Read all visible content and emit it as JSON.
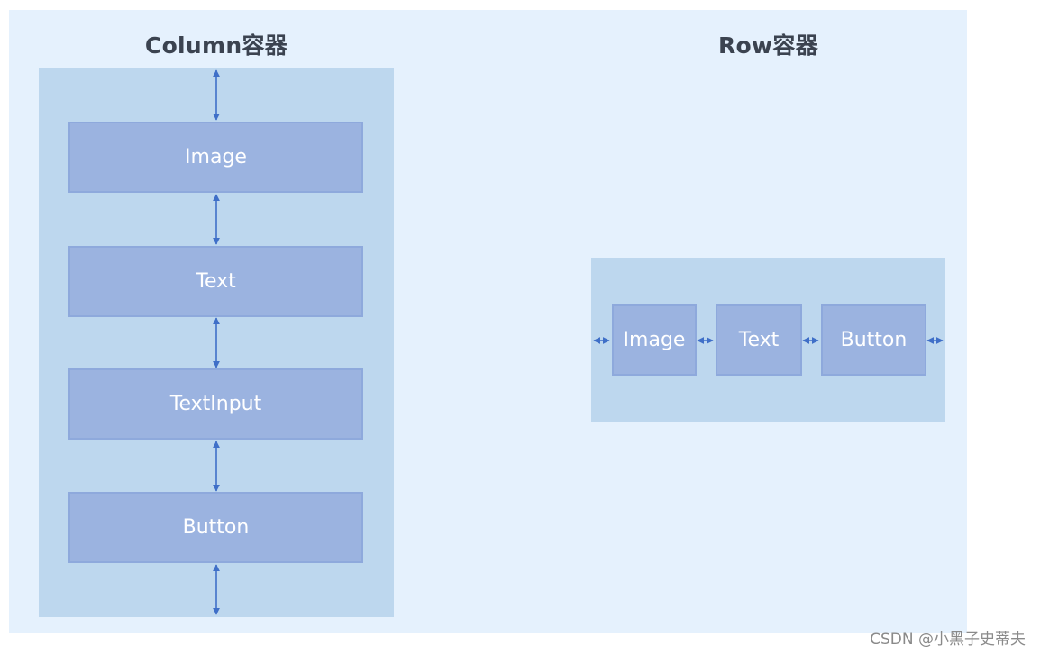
{
  "titles": {
    "column": "Column容器",
    "row": "Row容器"
  },
  "column_children": [
    "Image",
    "Text",
    "TextInput",
    "Button"
  ],
  "row_children": [
    "Image",
    "Text",
    "Button"
  ],
  "watermark": "CSDN @小黑子史蒂夫",
  "colors": {
    "canvas": "#e5f1fd",
    "container": "#bdd7ee",
    "child": "#9bb3e0",
    "arrow": "#3f6fc8",
    "title": "#3b4350"
  }
}
